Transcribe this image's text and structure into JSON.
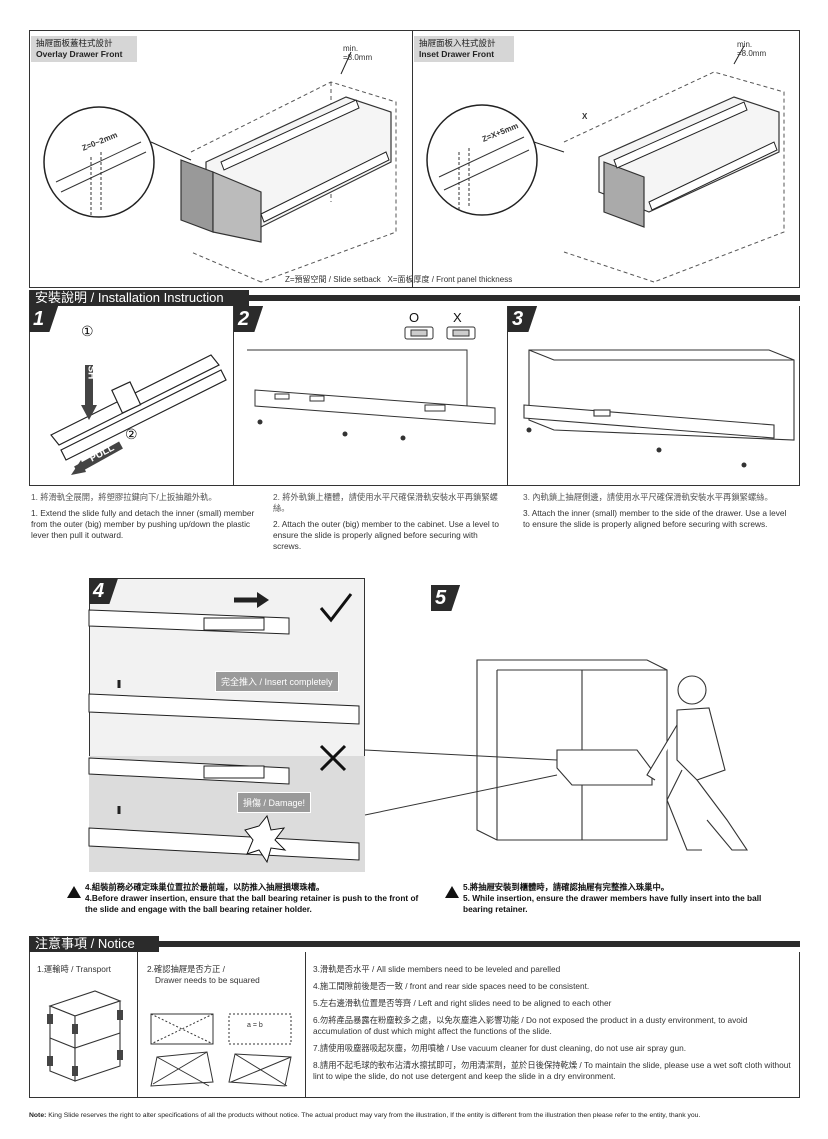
{
  "top_panels": {
    "overlay": {
      "zh": "抽屜面板蓋柱式設計",
      "en": "Overlay Drawer Front",
      "min_label": "min.",
      "min_value": "=8.0mm",
      "formula": "Z=0~2mm"
    },
    "inset": {
      "zh": "抽屜面板入柱式設計",
      "en": "Inset Drawer Front",
      "min_label": "min.",
      "min_value": "=8.0mm",
      "formula": "Z=X+5mm",
      "x_mark": "X"
    },
    "legend": "Z=預留空間 / Slide setback   X=面板厚度 / Front panel thickness"
  },
  "installation": {
    "title": "安裝說明 / Installation Instruction",
    "step1": {
      "num": "1",
      "circle1": "①",
      "push": "PUSH",
      "pull": "PULL",
      "circle2": "②",
      "zh": "1. 將滑軌全展開，將塑膠拉鍵向下/上扳抽離外軌。",
      "en": "1. Extend the slide fully and detach the inner (small) member from the outer (big) member by pushing up/down the plastic lever then pull it outward."
    },
    "step2": {
      "num": "2",
      "ok": "O",
      "ng": "X",
      "zh": "2. 將外軌鎖上櫃體，請使用水平尺確保滑軌安裝水平再鎖緊螺絲。",
      "en": "2. Attach the outer (big) member to the cabinet. Use a level to ensure the slide is properly aligned before securing with screws."
    },
    "step3": {
      "num": "3",
      "zh": "3. 內軌鎖上抽屜側邊，請使用水平尺確保滑軌安裝水平再鎖緊螺絲。",
      "en": "3. Attach the inner (small) member to the side of the drawer. Use a level to ensure the slide is properly aligned before securing with screws."
    },
    "step4": {
      "num": "4",
      "insert_label": "完全推入 / Insert completely",
      "damage_label": "損傷 / Damage!",
      "warn_zh": "4.組裝前務必確定珠巢位置拉於最前端，以防推入抽屜損壞珠槽。",
      "warn_en": "4.Before drawer insertion, ensure that the ball bearing retainer is push to the front of the slide and engage with the ball bearing retainer holder."
    },
    "step5": {
      "num": "5",
      "warn_zh": "5.將抽屜安裝到櫃體時，請確認抽屜有完整推入珠巢中。",
      "warn_en": "5. While insertion, ensure the drawer members have fully insert into the ball bearing retainer."
    }
  },
  "notice": {
    "title": "注意事項 / Notice",
    "transport": "1.運輸時 / Transport",
    "squared_zh": "2.確認抽屜是否方正 /",
    "squared_en": "Drawer needs to be squared",
    "square_mark": "a = b",
    "items": [
      "3.滑軌是否水平 / All slide members need to be leveled and parelled",
      "4.施工間隙前後是否一致 / front and rear side spaces need to be consistent.",
      "5.左右邊滑軌位置是否等齊 / Left and right slides need to be aligned to each other",
      "6.勿將產品暴露在粉塵較多之處，以免灰塵進入影響功能 / Do not exposed the product in a dusty environment, to avoid accumulation of dust which might affect the functions of the slide.",
      "7.請使用吸塵器吸起灰塵，勿用噴槍 / Use vacuum cleaner for dust cleaning, do not use air spray gun.",
      "8.請用不起毛球的軟布沾清水擦拭即可，勿用清潔劑，並於日後保持乾燥 / To maintain the slide, please use a wet soft cloth without lint to wipe the slide, do not use detergent and keep the slide in a dry environment."
    ]
  },
  "footer": {
    "label": "Note:",
    "text": "King Slide reserves the right to alter specifications of all the products without notice. The actual product may vary from the illustration, If the entity is different from the illustration then please refer to the entity, thank you."
  }
}
